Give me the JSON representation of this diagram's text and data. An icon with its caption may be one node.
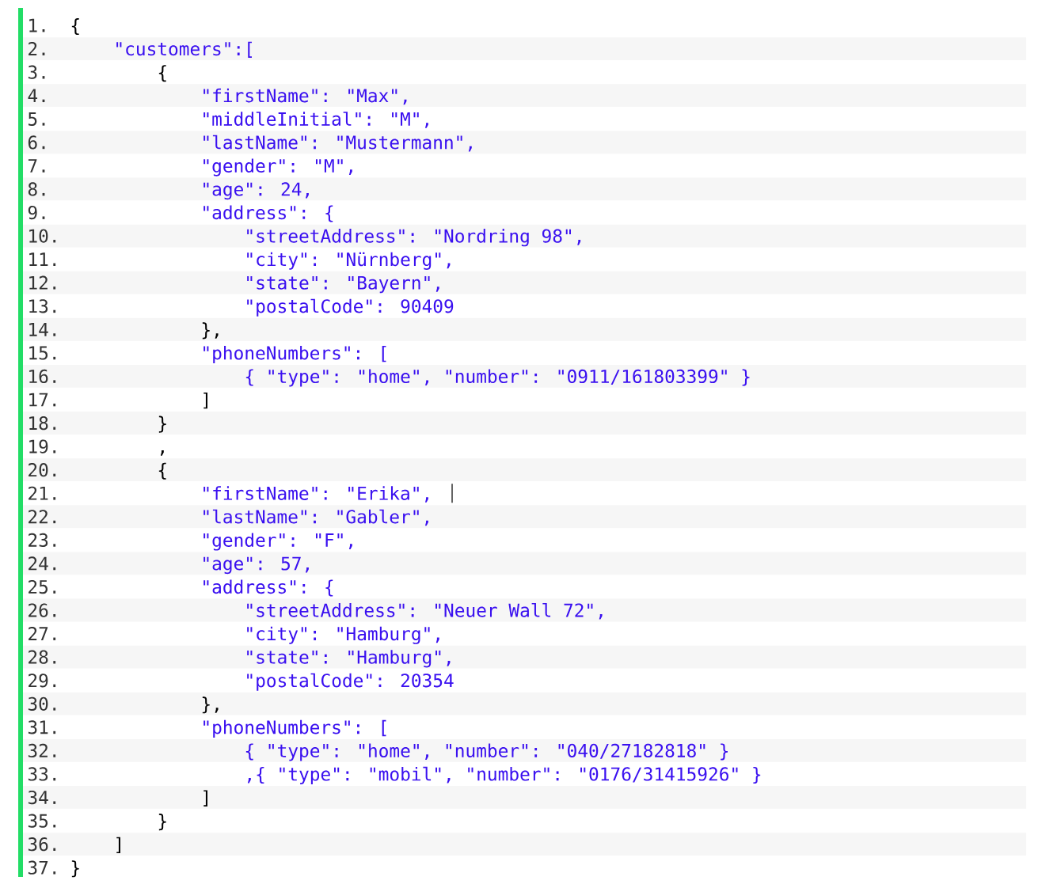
{
  "diagram": {
    "labels": [
      "1.",
      "{",
      "2.",
      "\"customers\":[",
      "3.",
      "{",
      "4.",
      "\"firstName\": \"Max\",",
      "5.",
      "\"middleInitial\": \"M\",",
      "6.",
      "\"lastName\": \"Mustermann\",",
      "7.",
      "\"gender\": \"M\",",
      "8.",
      "\"age\": 24,",
      "9.",
      "\"address\": {",
      "10.",
      "\"streetAddress\": \"Nordring 98\",",
      "11.",
      "\"city\": \"Nürnberg\",",
      "12.",
      "\"state\": \"Bayern\",",
      "13.",
      "\"postalCode\": 90409",
      "14.",
      "},",
      "15.",
      "\"phoneNumbers\": [",
      "16.",
      "{ \"type\": \"home\", \"number\": \"0911/161803399\" }",
      "17.",
      "]",
      "18.",
      "}",
      "19.",
      ",",
      "20.",
      "{",
      "21.",
      "\"firstName\": \"Erika\",",
      "22.",
      "\"lastName\": \"Gabler\",",
      "23.",
      "\"gender\": \"F\",",
      "24.",
      "\"age\": 57,",
      "25.",
      "\"address\": {",
      "26.",
      "\"streetAddress\": \"Neuer Wall 72\",",
      "27.",
      "\"city\": \"Hamburg\",",
      "28.",
      "\"state\": \"Hamburg\",",
      "29.",
      "\"postalCode\": 20354",
      "30.",
      "},",
      "31.",
      "\"phoneNumbers\": [",
      "32.",
      "{ \"type\": \"home\", \"number\": \"040/27182818\" }",
      "33.",
      ",{ \"type\": \"mobil\", \"number\": \"0176/31415926\" }",
      "34.",
      "]",
      "35.",
      "}",
      "36.",
      "]",
      "37.",
      "}"
    ]
  }
}
